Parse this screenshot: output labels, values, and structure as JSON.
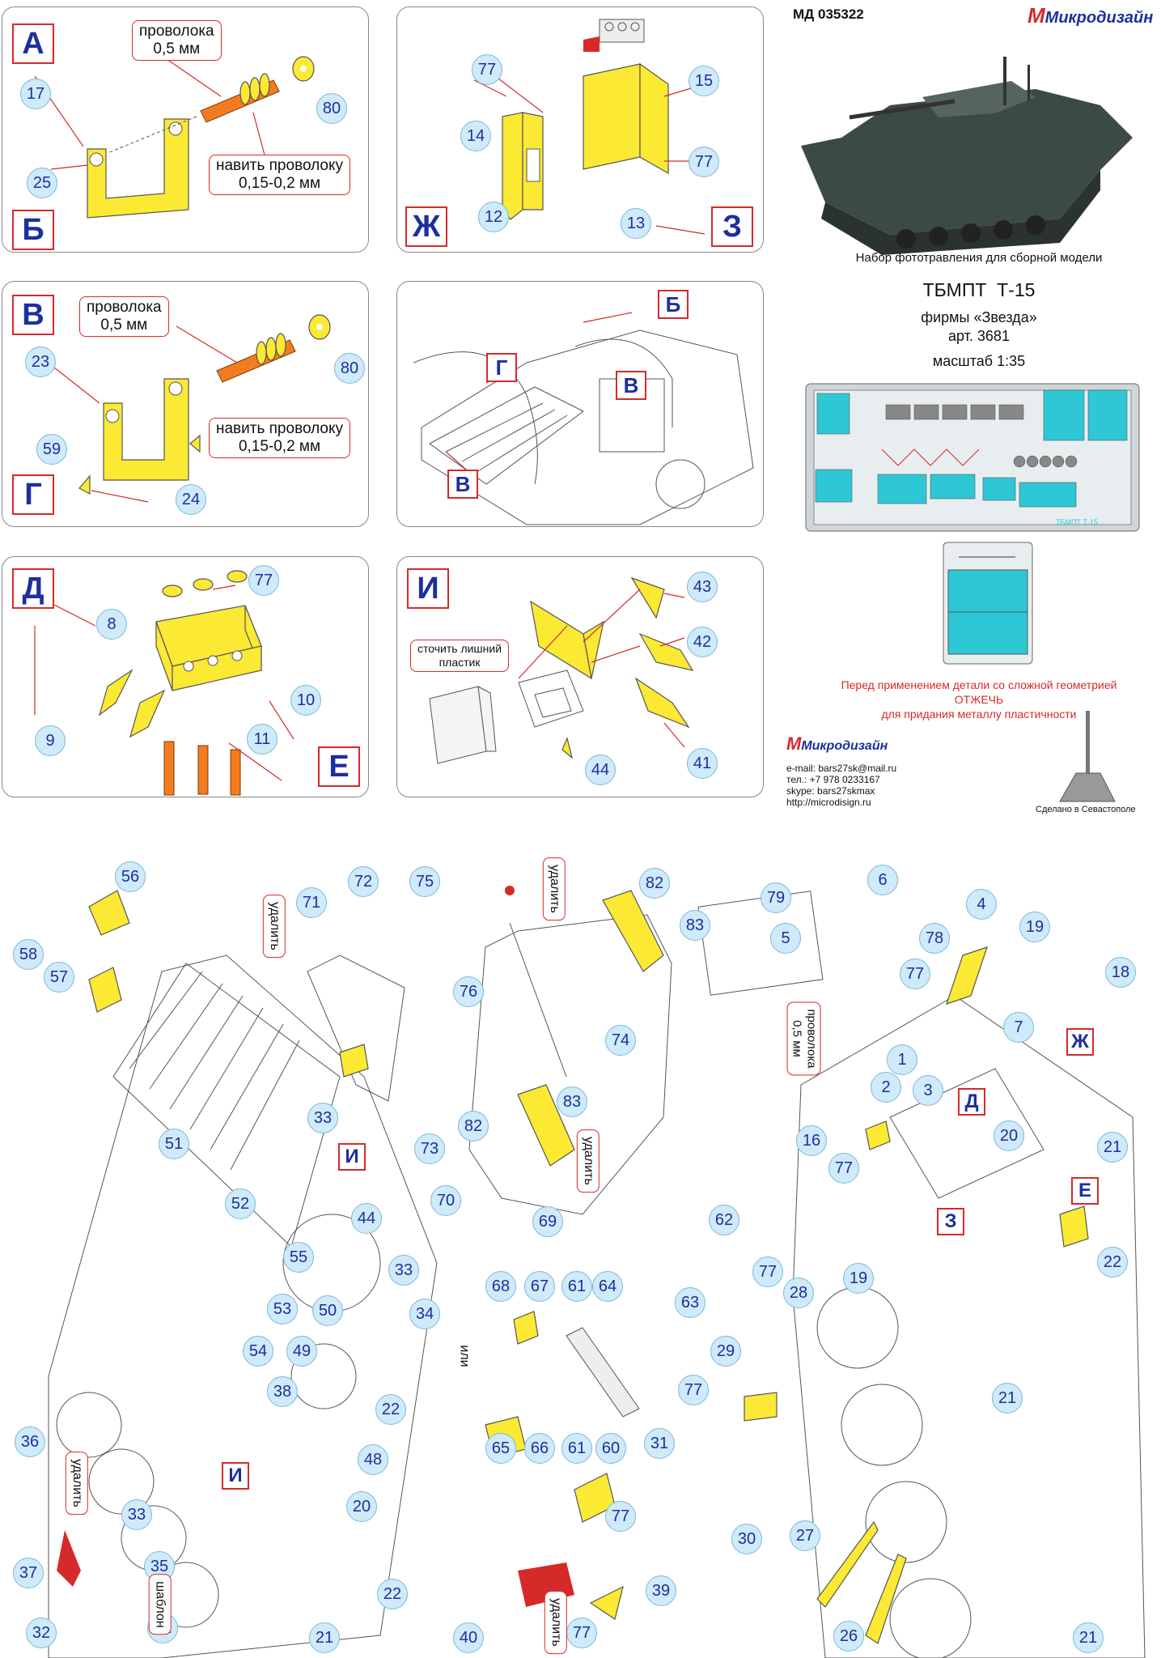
{
  "header": {
    "code": "МД 035322",
    "brand": "Микродизайн",
    "set_title": "Набор фототравления для сборной модели",
    "model_name": "ТБМПТ  Т-15",
    "maker": "фирмы «Звезда»",
    "article": "арт. 3681",
    "scale": "масштаб 1:35"
  },
  "warning": {
    "line1": "Перед применением детали со сложной геометрией",
    "line2": "ОТЖЕЧЬ",
    "line3": "для придания металлу пластичности"
  },
  "contacts": {
    "brand": "Микродизайн",
    "email": "e-mail: bars27sk@mail.ru",
    "phone": "тел.: +7 978 0233167",
    "skype": "skype: bars27skmax",
    "url": "http://microdisign.ru",
    "made_in": "Сделано в Севастополе"
  },
  "panels": {
    "a": {
      "letter_top": "А",
      "letter_bottom": "Б",
      "wire": [
        "проволока",
        "0,5 мм"
      ],
      "wind": [
        "навить проволоку",
        "0,15-0,2 мм"
      ],
      "nums": [
        "17",
        "25",
        "80"
      ]
    },
    "zh": {
      "letter_left": "Ж",
      "letter_right": "З",
      "nums": [
        "77",
        "14",
        "12",
        "15",
        "77",
        "13"
      ]
    },
    "v": {
      "letter_top": "В",
      "letter_bottom": "Г",
      "wire": [
        "проволока",
        "0,5 мм"
      ],
      "wind": [
        "навить проволоку",
        "0,15-0,2 мм"
      ],
      "nums": [
        "23",
        "59",
        "24",
        "80"
      ]
    },
    "overview": {
      "letters": [
        "Б",
        "Г",
        "В",
        "В"
      ]
    },
    "d": {
      "letter_top": "Д",
      "letter_bottom": "Е",
      "nums": [
        "77",
        "8",
        "10",
        "9",
        "11"
      ]
    },
    "i": {
      "letter": "И",
      "note": [
        "сточить лишний",
        "пластик"
      ],
      "nums": [
        "43",
        "42",
        "41",
        "44"
      ]
    }
  },
  "main": {
    "remove": "удалить",
    "template": "шаблон",
    "or": "или",
    "wire": [
      "проволока",
      "0,5 мм"
    ],
    "letters": [
      "И",
      "И",
      "Ж",
      "Д",
      "Е",
      "З"
    ],
    "nums": [
      "56",
      "58",
      "57",
      "72",
      "71",
      "75",
      "76",
      "82",
      "83",
      "6",
      "79",
      "5",
      "4",
      "78",
      "19",
      "18",
      "77",
      "7",
      "1",
      "2",
      "3",
      "77",
      "20",
      "21",
      "16",
      "22",
      "51",
      "33",
      "44",
      "52",
      "55",
      "53",
      "50",
      "33",
      "34",
      "54",
      "49",
      "38",
      "22",
      "48",
      "36",
      "37",
      "33",
      "35",
      "20",
      "22",
      "21",
      "81",
      "32",
      "73",
      "74",
      "83",
      "82",
      "70",
      "69",
      "62",
      "63",
      "68",
      "67",
      "61",
      "64",
      "65",
      "66",
      "61",
      "60",
      "28",
      "77",
      "29",
      "31",
      "30",
      "27",
      "77",
      "19",
      "21",
      "26",
      "21",
      "39",
      "77",
      "40",
      "77"
    ]
  },
  "colors": {
    "accent_red": "#d62a2a",
    "letter_blue": "#1d2f9e",
    "number_bubble": "#cfeaf8",
    "part_yellow": "#fbe934",
    "part_orange": "#f47c20",
    "fret_cyan": "#2ec7d6"
  }
}
